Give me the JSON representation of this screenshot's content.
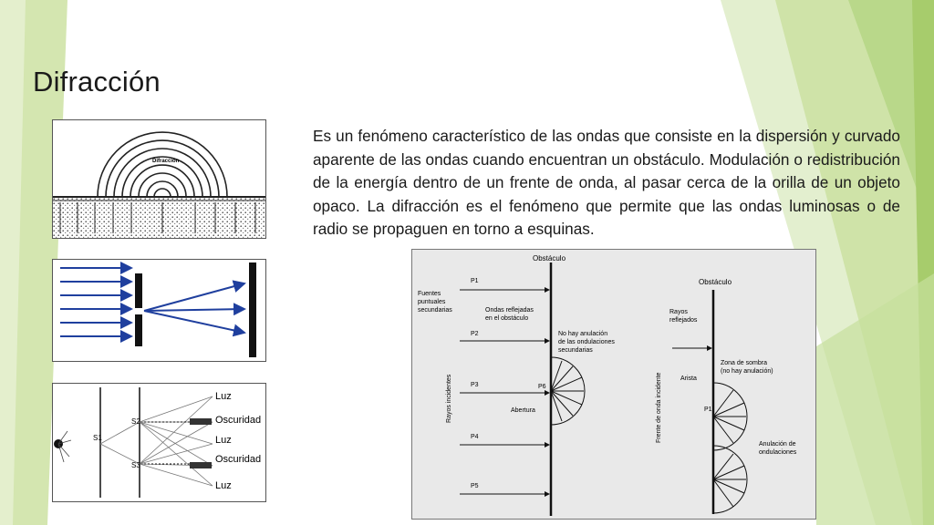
{
  "slide": {
    "title": "Difracción",
    "body": "Es un fenómeno característico de las ondas que consiste en la dispersión y curvado aparente de las ondas cuando encuentran un obstáculo. Modulación o redistribución de la energía dentro de un frente de onda, al pasar cerca de la orilla de un objeto opaco. La difracción es el fenómeno que permite que las ondas luminosas o de radio se propaguen en torno a esquinas.",
    "colors": {
      "green_light": "#d7e8b4",
      "green_mid": "#bcd98a",
      "green_dark": "#9cc55a",
      "arrow_blue": "#1f3f9e"
    }
  },
  "fig1": {
    "label": "Difracción"
  },
  "fig3": {
    "labels": [
      "Luz",
      "Oscuridad",
      "Luz",
      "Oscuridad",
      "Luz"
    ],
    "slit_labels": [
      "S2",
      "S1",
      "S3"
    ]
  },
  "fig4": {
    "left": {
      "title": "Obstáculo",
      "points": [
        "P1",
        "P2",
        "P3",
        "P4",
        "P5",
        "P6"
      ],
      "fuentes": [
        "Fuentes",
        "puntuales",
        "secundarias"
      ],
      "ondas": [
        "Ondas reflejadas",
        "en el obstáculo"
      ],
      "nohay": [
        "No hay anulación",
        "de las ondulaciones",
        "secundarias"
      ],
      "rayos": "Rayos incidentes",
      "abertura": "Abertura"
    },
    "right": {
      "title": "Obstáculo",
      "rayos": [
        "Rayos",
        "reflejados"
      ],
      "zona": [
        "Zona de sombra",
        "(no hay anulación)"
      ],
      "arista": "Arista",
      "p1": "P1",
      "frente": "Frente de onda incidente",
      "anulacion": [
        "Anulación de",
        "ondulaciones"
      ]
    }
  }
}
